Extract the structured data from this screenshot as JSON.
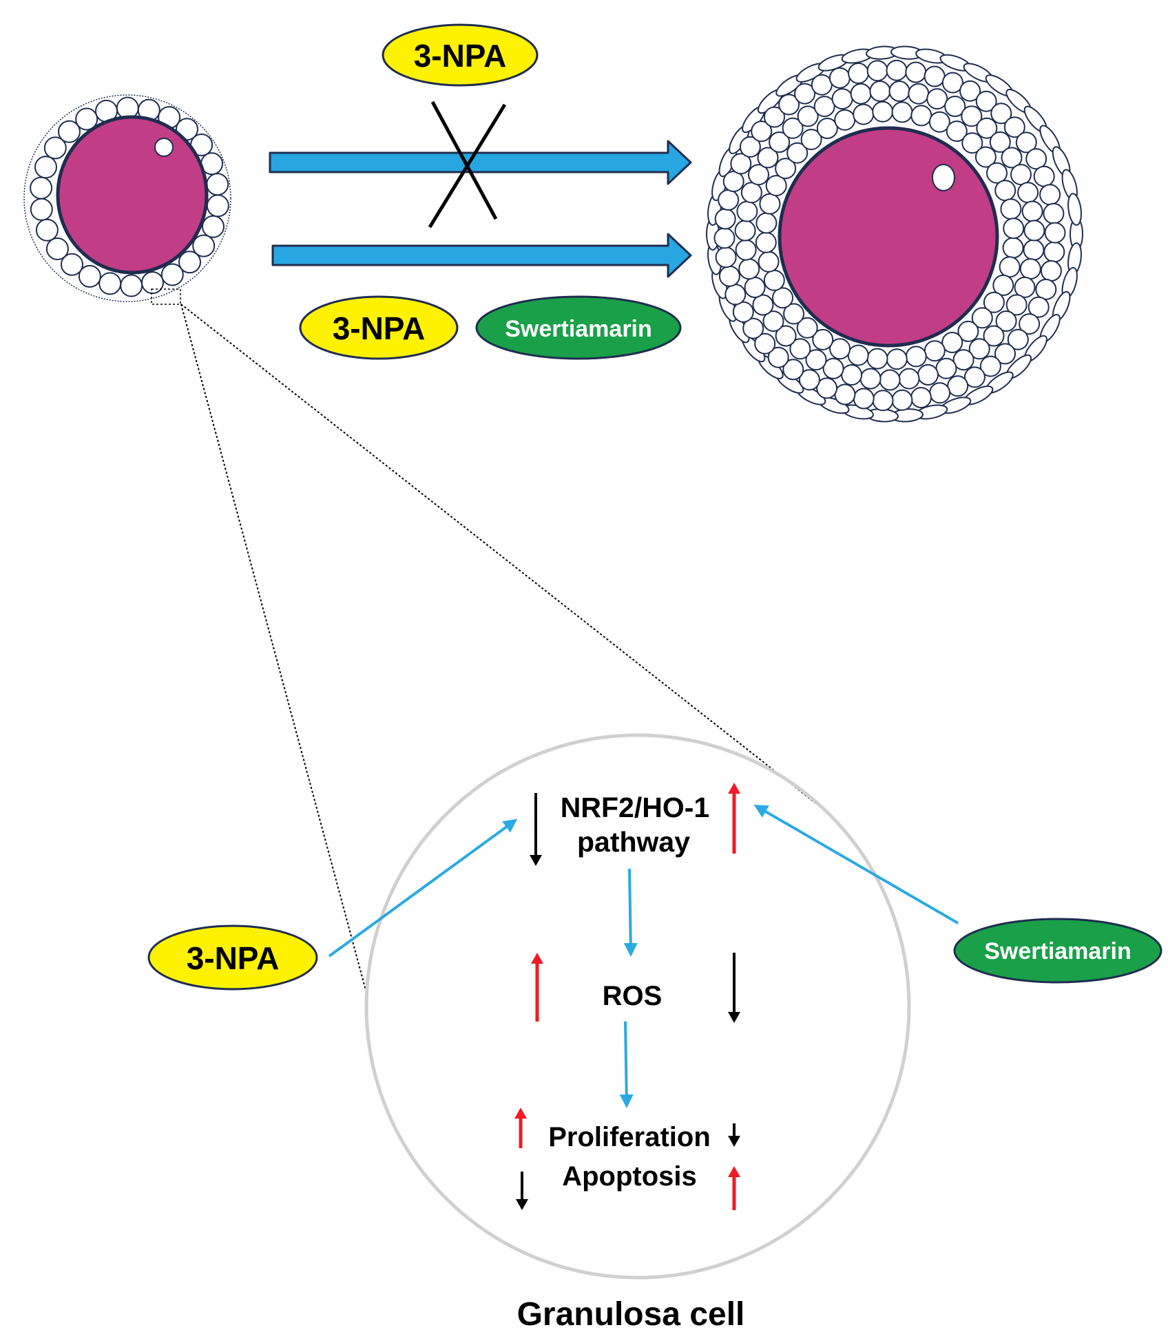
{
  "colors": {
    "oocyte": "#C13D86",
    "cell_outline": "#1F2D4F",
    "cell_fill": "#FFFFFF",
    "arrow_fill": "#27A6E1",
    "arrow_outline": "#1F2D4F",
    "npa_fill": "#FFF200",
    "swertiamarin_fill": "#1AA049",
    "pathway_arrow": "#2AAAE2",
    "up_arrow": "#EE1C24",
    "down_arrow": "#000000",
    "gc_circle": "#D0D0D0"
  },
  "top": {
    "blocked_label": "3-NPA",
    "treatment_label_1": "3-NPA",
    "treatment_label_2": "Swertiamarin"
  },
  "inset": {
    "nrf2_line1": "NRF2/HO-1",
    "nrf2_line2": "pathway",
    "ros": "ROS",
    "proliferation": "Proliferation",
    "apoptosis": "Apoptosis",
    "left_agent": "3-NPA",
    "right_agent": "Swertiamarin",
    "caption": "Granulosa cell"
  }
}
